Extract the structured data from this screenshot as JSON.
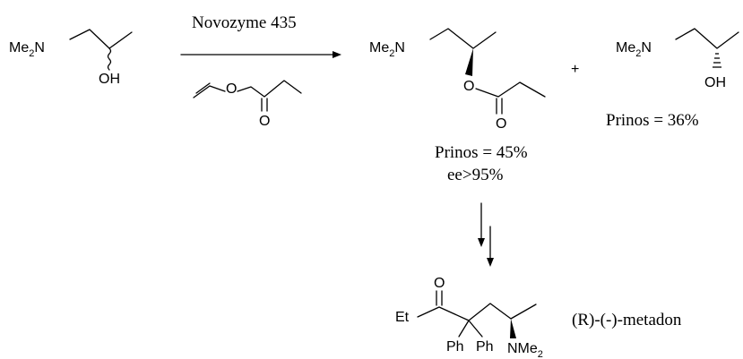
{
  "reagent_top": "Novozyme 435",
  "atoms": {
    "me2": "Me",
    "me2_sub": "2",
    "n": "N",
    "o": "O",
    "oh": "OH",
    "et": "Et",
    "ph": "Ph",
    "nme": "NMe",
    "nme_sub": "2"
  },
  "plus": "+",
  "ester_yield": "Prinos = 45%",
  "ester_ee": "ee>95%",
  "alcohol_yield": "Prinos = 36%",
  "product_name": "(R)-(-)-metadon"
}
